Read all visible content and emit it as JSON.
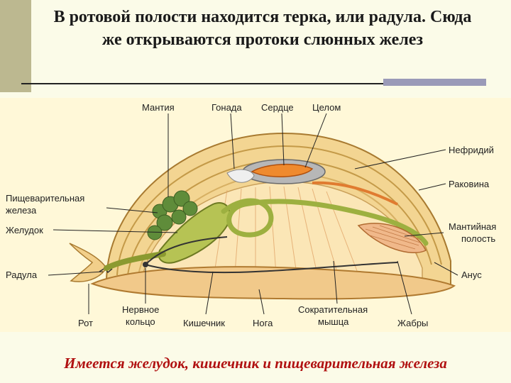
{
  "slide": {
    "title": "В ротовой полости находится терка, или радула. Сюда же открываются протоки слюнных желез",
    "caption": "Имеется желудок, кишечник и пищеварительная железа"
  },
  "diagram": {
    "labels": {
      "mantle": "Мантия",
      "gonad": "Гонада",
      "heart": "Сердце",
      "coelom": "Целом",
      "nephridium": "Нефридий",
      "shell": "Раковина",
      "digestive_gland_1": "Пищеварительная",
      "digestive_gland_2": "железа",
      "stomach": "Желудок",
      "mantle_cavity_1": "Мантийная",
      "mantle_cavity_2": "полость",
      "radula": "Радула",
      "anus": "Анус",
      "mouth": "Рот",
      "nerve_ring_1": "Нервное",
      "nerve_ring_2": "кольцо",
      "intestine": "Кишечник",
      "foot": "Нога",
      "contractile_muscle_1": "Сократительная",
      "contractile_muscle_2": "мышца",
      "gills": "Жабры"
    }
  }
}
